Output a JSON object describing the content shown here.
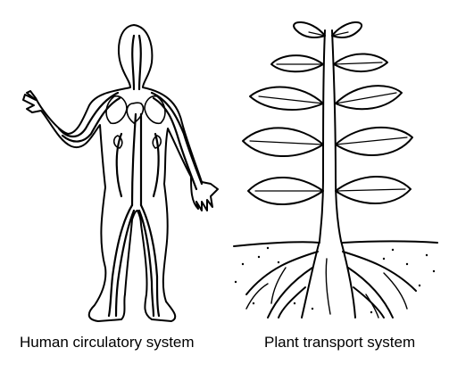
{
  "panels": [
    {
      "caption": "Human circulatory system",
      "illustration": "human-body-with-blood-vessels"
    },
    {
      "caption": "Plant transport system",
      "illustration": "plant-with-leaves-stem-roots"
    }
  ],
  "colors": {
    "ink": "#000000",
    "background": "#ffffff"
  }
}
